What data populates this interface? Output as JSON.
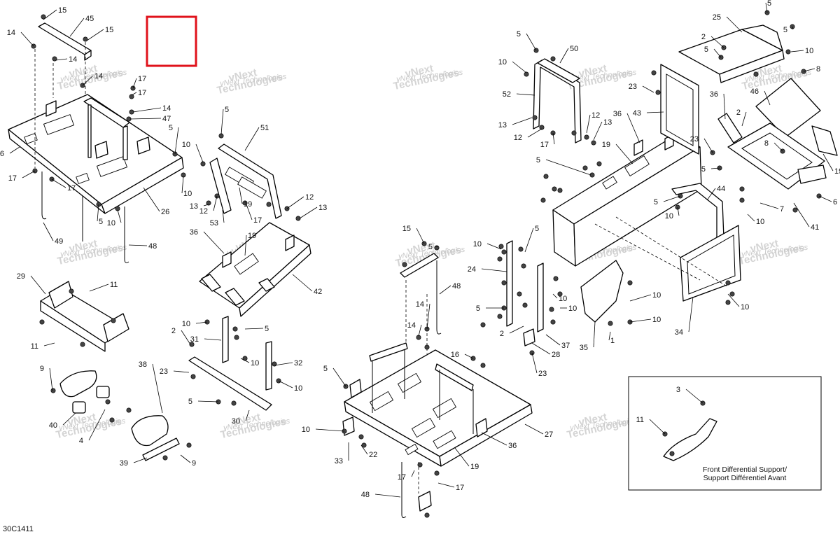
{
  "diagram_code": "30C1411",
  "inset_caption_line1": "Front Differential Support/",
  "inset_caption_line2": "Support Différentiel Avant",
  "watermark_line1": "vNext",
  "watermark_line2": "Technologies",
  "selection_box_color": "#e0121b"
}
